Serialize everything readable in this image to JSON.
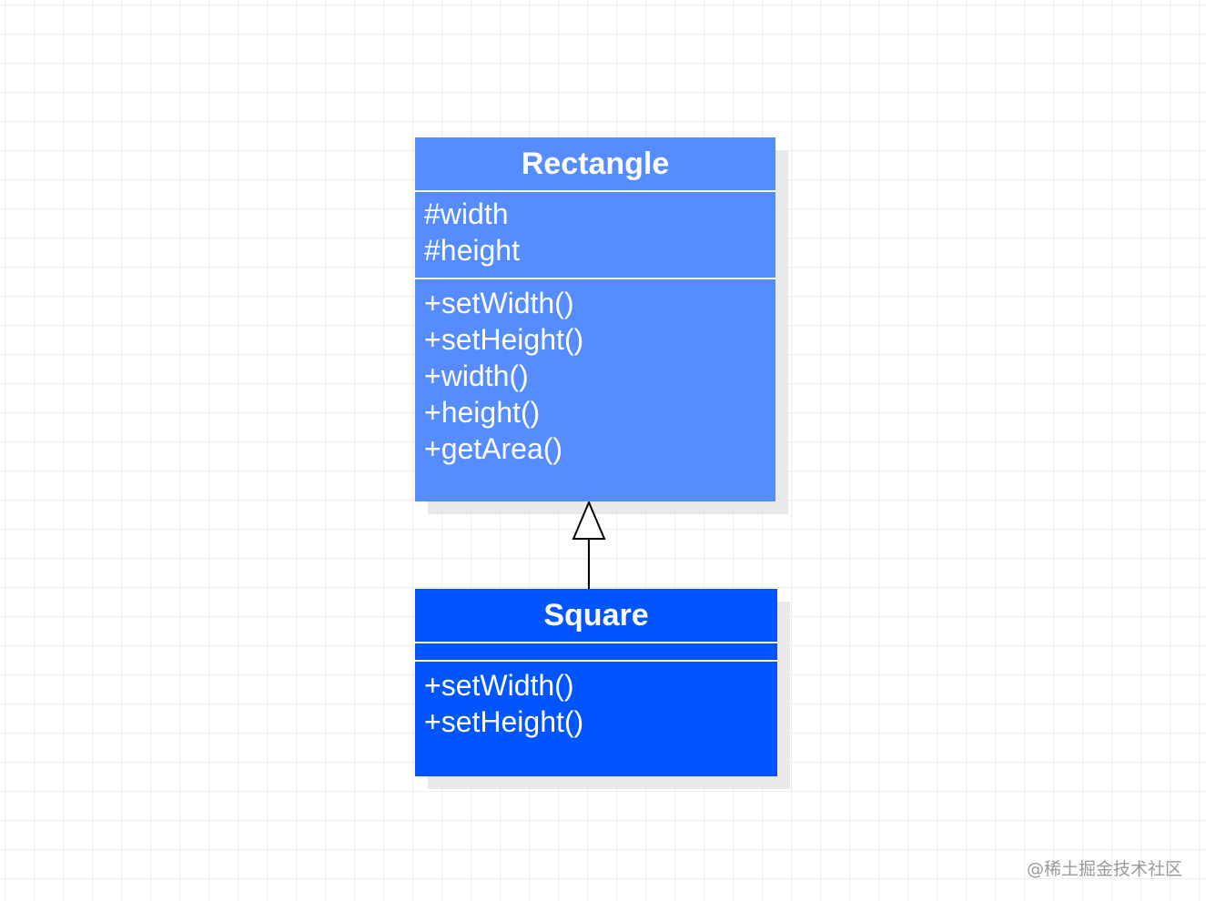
{
  "diagram": {
    "classes": [
      {
        "id": "rect-class",
        "name": "Rectangle",
        "fill": "#558cff",
        "attributes": [
          "#width",
          "#height"
        ],
        "methods": [
          "+setWidth()",
          "+setHeight()",
          "+width()",
          "+height()",
          "+getArea()"
        ]
      },
      {
        "id": "square-class",
        "name": "Square",
        "fill": "#0055ff",
        "attributes": [],
        "methods": [
          "+setWidth()",
          "+setHeight()"
        ]
      }
    ],
    "relations": [
      {
        "type": "generalization",
        "from": "Square",
        "to": "Rectangle",
        "stroke": "#000000"
      }
    ]
  },
  "watermark": "@稀土掘金技术社区"
}
